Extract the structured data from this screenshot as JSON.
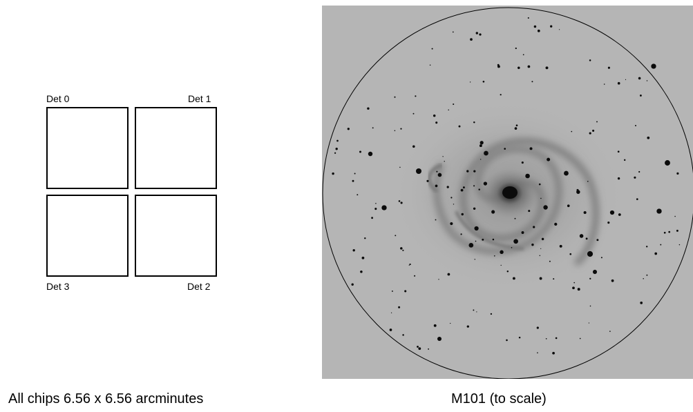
{
  "detector_layout": {
    "detectors": [
      {
        "id": "det-0",
        "label": "Det 0"
      },
      {
        "id": "det-1",
        "label": "Det 1"
      },
      {
        "id": "det-3",
        "label": "Det 3"
      },
      {
        "id": "det-2",
        "label": "Det 2"
      }
    ],
    "caption": "All chips 6.56 x 6.56 arcminutes"
  },
  "galaxy_image": {
    "caption": "M101 (to scale)",
    "field_outline": "circle",
    "background_color": "#b5b5b5",
    "source_color": "#0b0b0b",
    "galaxy_glow_color": "#7d7d7d"
  }
}
